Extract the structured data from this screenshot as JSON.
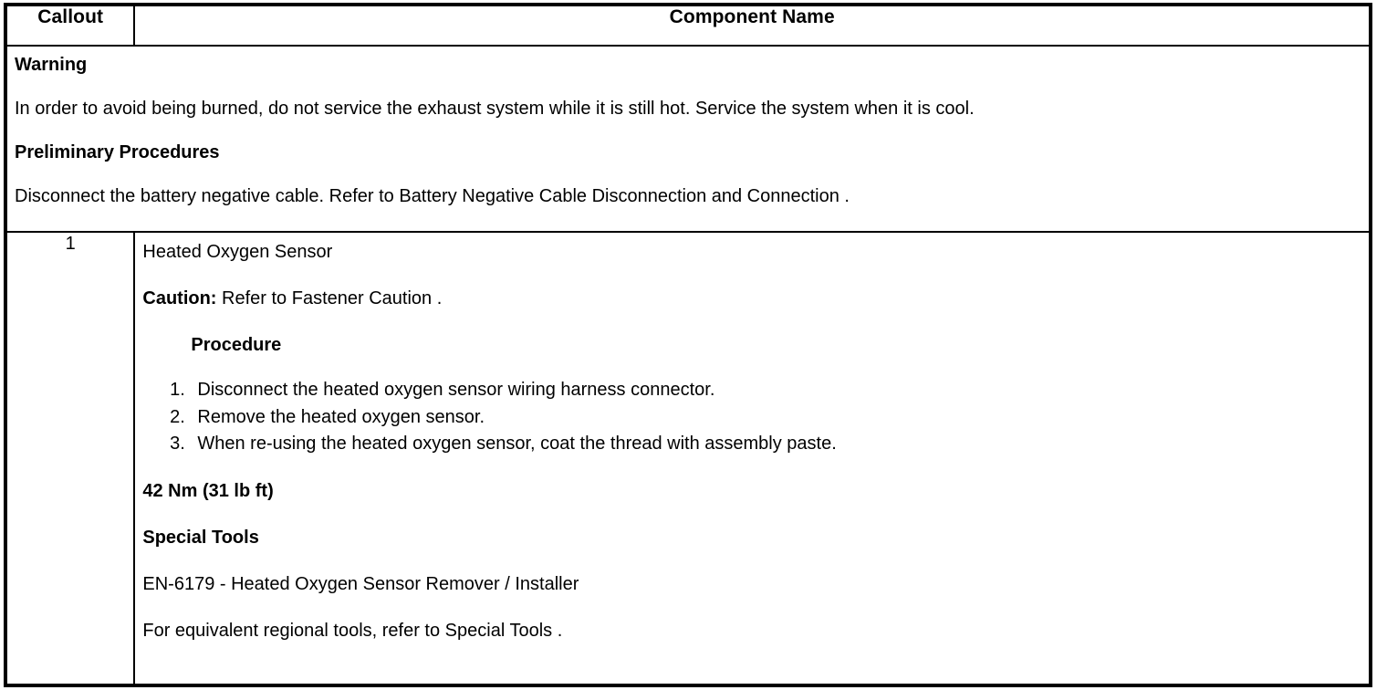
{
  "table": {
    "headers": {
      "callout": "Callout",
      "component_name": "Component Name"
    },
    "notice_row": {
      "warning_heading": "Warning",
      "warning_text": "In order to avoid being burned, do not service the exhaust system while it is still hot. Service the system when it is cool.",
      "preliminary_heading": "Preliminary Procedures",
      "preliminary_text": "Disconnect the battery negative cable. Refer to Battery Negative Cable Disconnection and Connection ."
    },
    "rows": [
      {
        "callout": "1",
        "component_title": "Heated Oxygen Sensor",
        "caution_label": "Caution:",
        "caution_text": " Refer to Fastener Caution .",
        "procedure_heading": "Procedure",
        "steps": [
          "Disconnect the heated oxygen sensor wiring harness connector.",
          "Remove the heated oxygen sensor.",
          "When re-using the heated oxygen sensor, coat the thread with assembly paste."
        ],
        "torque": "42 Nm (31 lb ft)",
        "special_tools_heading": "Special Tools",
        "special_tool": "EN-6179 - Heated Oxygen Sensor Remover / Installer",
        "special_tools_note": "For equivalent regional tools, refer to Special Tools ."
      }
    ]
  },
  "colors": {
    "border": "#000000",
    "text": "#000000",
    "background": "#ffffff"
  }
}
